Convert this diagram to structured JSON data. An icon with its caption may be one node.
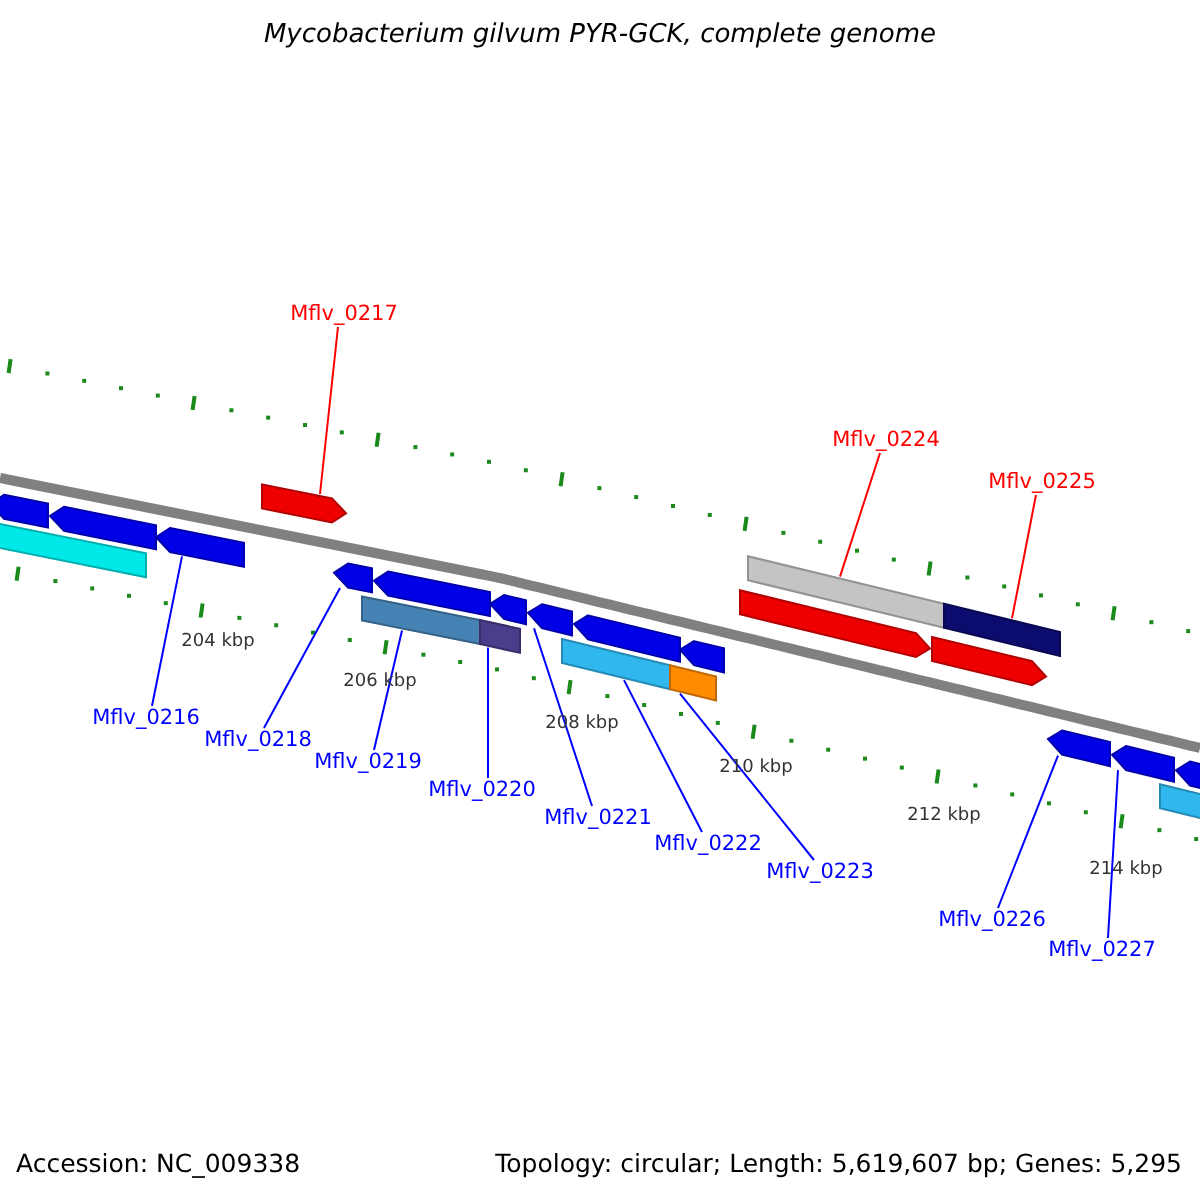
{
  "diagram": {
    "title": "Mycobacterium gilvum PYR-GCK, complete genome",
    "nodes": [
      {
        "text": [
          "Mflv_0217"
        ]
      },
      {
        "text": [
          "Mflv_0224"
        ]
      },
      {
        "text": [
          "Mflv_0225"
        ]
      },
      {
        "text": [
          "Mflv_0216"
        ]
      },
      {
        "text": [
          "Mflv_0218"
        ]
      },
      {
        "text": [
          "Mflv_0219"
        ]
      },
      {
        "text": [
          "Mflv_0220"
        ]
      },
      {
        "text": [
          "Mflv_0221"
        ]
      },
      {
        "text": [
          "Mflv_0222"
        ]
      },
      {
        "text": [
          "Mflv_0223"
        ]
      },
      {
        "text": [
          "Mflv_0226"
        ]
      },
      {
        "text": [
          "Mflv_0227"
        ]
      },
      {
        "text": [],
        "shape": "bar"
      },
      {
        "text": [],
        "shape": "bar"
      },
      {
        "text": [],
        "shape": "bar"
      },
      {
        "text": [],
        "shape": "bar"
      },
      {
        "text": [],
        "shape": "bar"
      },
      {
        "text": [],
        "shape": "bar"
      },
      {
        "text": [],
        "shape": "bar"
      },
      {
        "text": [],
        "shape": "bar"
      },
      {
        "text": [],
        "shape": "bar"
      },
      {
        "text": [],
        "shape": "bar"
      },
      {
        "text": [],
        "shape": "bar"
      },
      {
        "text": [],
        "shape": "bar"
      },
      {
        "text": [],
        "shape": "bar"
      },
      {
        "text": [],
        "shape": "bar"
      },
      {
        "text": [],
        "shape": "bar"
      },
      {
        "text": [],
        "shape": "bar"
      },
      {
        "text": [],
        "shape": "bar"
      },
      {
        "text": [],
        "shape": "bar"
      },
      {
        "text": [],
        "shape": "bar"
      },
      {
        "text": [],
        "shape": "bar"
      },
      {
        "text": [],
        "shape": "bar"
      },
      {
        "text": [],
        "shape": "bar"
      },
      {
        "text": [],
        "shape": "bar"
      }
    ],
    "edges": [
      {
        "from": 0,
        "to": 16,
        "arrow": "none",
        "color": "#ff0000"
      },
      {
        "from": 1,
        "to": 28,
        "arrow": "none",
        "color": "#ff0000"
      },
      {
        "from": 2,
        "to": 30,
        "arrow": "none",
        "color": "#ff0000"
      },
      {
        "from": 3,
        "to": 15,
        "arrow": "none"
      },
      {
        "from": 4,
        "to": 17,
        "arrow": "none"
      },
      {
        "from": 5,
        "to": 18,
        "arrow": "none"
      },
      {
        "from": 6,
        "to": 20,
        "arrow": "none"
      },
      {
        "from": 7,
        "to": 22,
        "arrow": "none"
      },
      {
        "from": 8,
        "to": 23,
        "arrow": "none"
      },
      {
        "from": 9,
        "to": 25,
        "arrow": "none"
      },
      {
        "from": 10,
        "to": 31,
        "arrow": "none"
      },
      {
        "from": 11,
        "to": 32,
        "arrow": "none"
      }
    ],
    "labels": [
      "204 kbp",
      "206 kbp",
      "208 kbp",
      "210 kbp",
      "212 kbp",
      "214 kbp",
      "Accession: NC_009338",
      "Topology: circular; Length: 5,619,607 bp; Genes: 5,295"
    ]
  }
}
